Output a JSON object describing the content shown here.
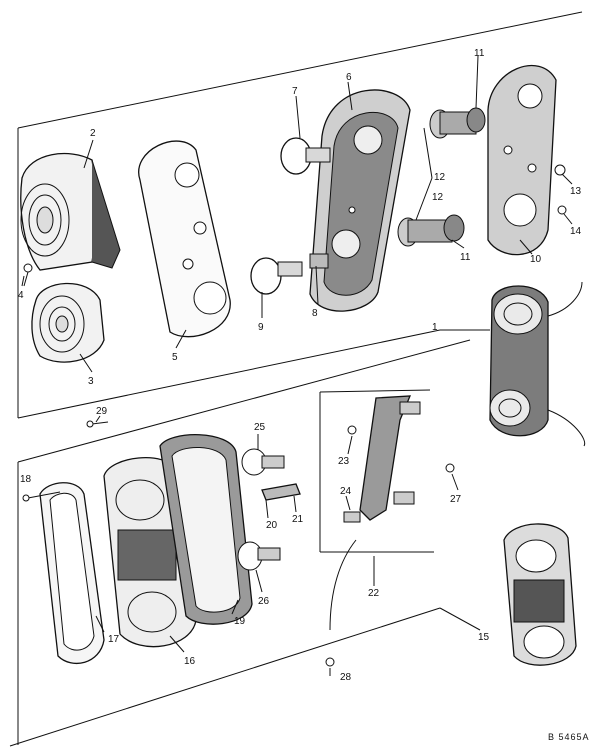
{
  "diagram": {
    "reference_code": "B 5465A",
    "callouts": [
      "1",
      "2",
      "3",
      "4",
      "5",
      "6",
      "7",
      "8",
      "9",
      "10",
      "11",
      "11",
      "12",
      "12",
      "13",
      "14",
      "15",
      "16",
      "17",
      "18",
      "19",
      "20",
      "21",
      "22",
      "23",
      "24",
      "25",
      "26",
      "27",
      "28",
      "29"
    ]
  }
}
